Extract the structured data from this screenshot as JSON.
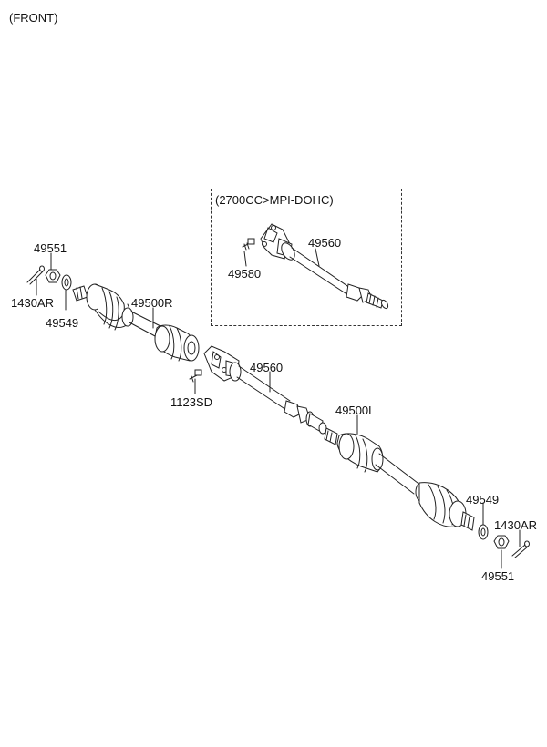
{
  "header": {
    "view_label": "(FRONT)"
  },
  "inset": {
    "title": "(2700CC>MPI-DOHC)",
    "part_shaft": "49560",
    "part_bolt": "49580"
  },
  "parts": {
    "nut_left": "49551",
    "cotter_pin_left": "1430AR",
    "washer_left": "49549",
    "shaft_right": "49500R",
    "intermediate_shaft": "49560",
    "bolt": "1123SD",
    "shaft_left": "49500L",
    "washer_right": "49549",
    "cotter_pin_right": "1430AR",
    "nut_right": "49551"
  }
}
